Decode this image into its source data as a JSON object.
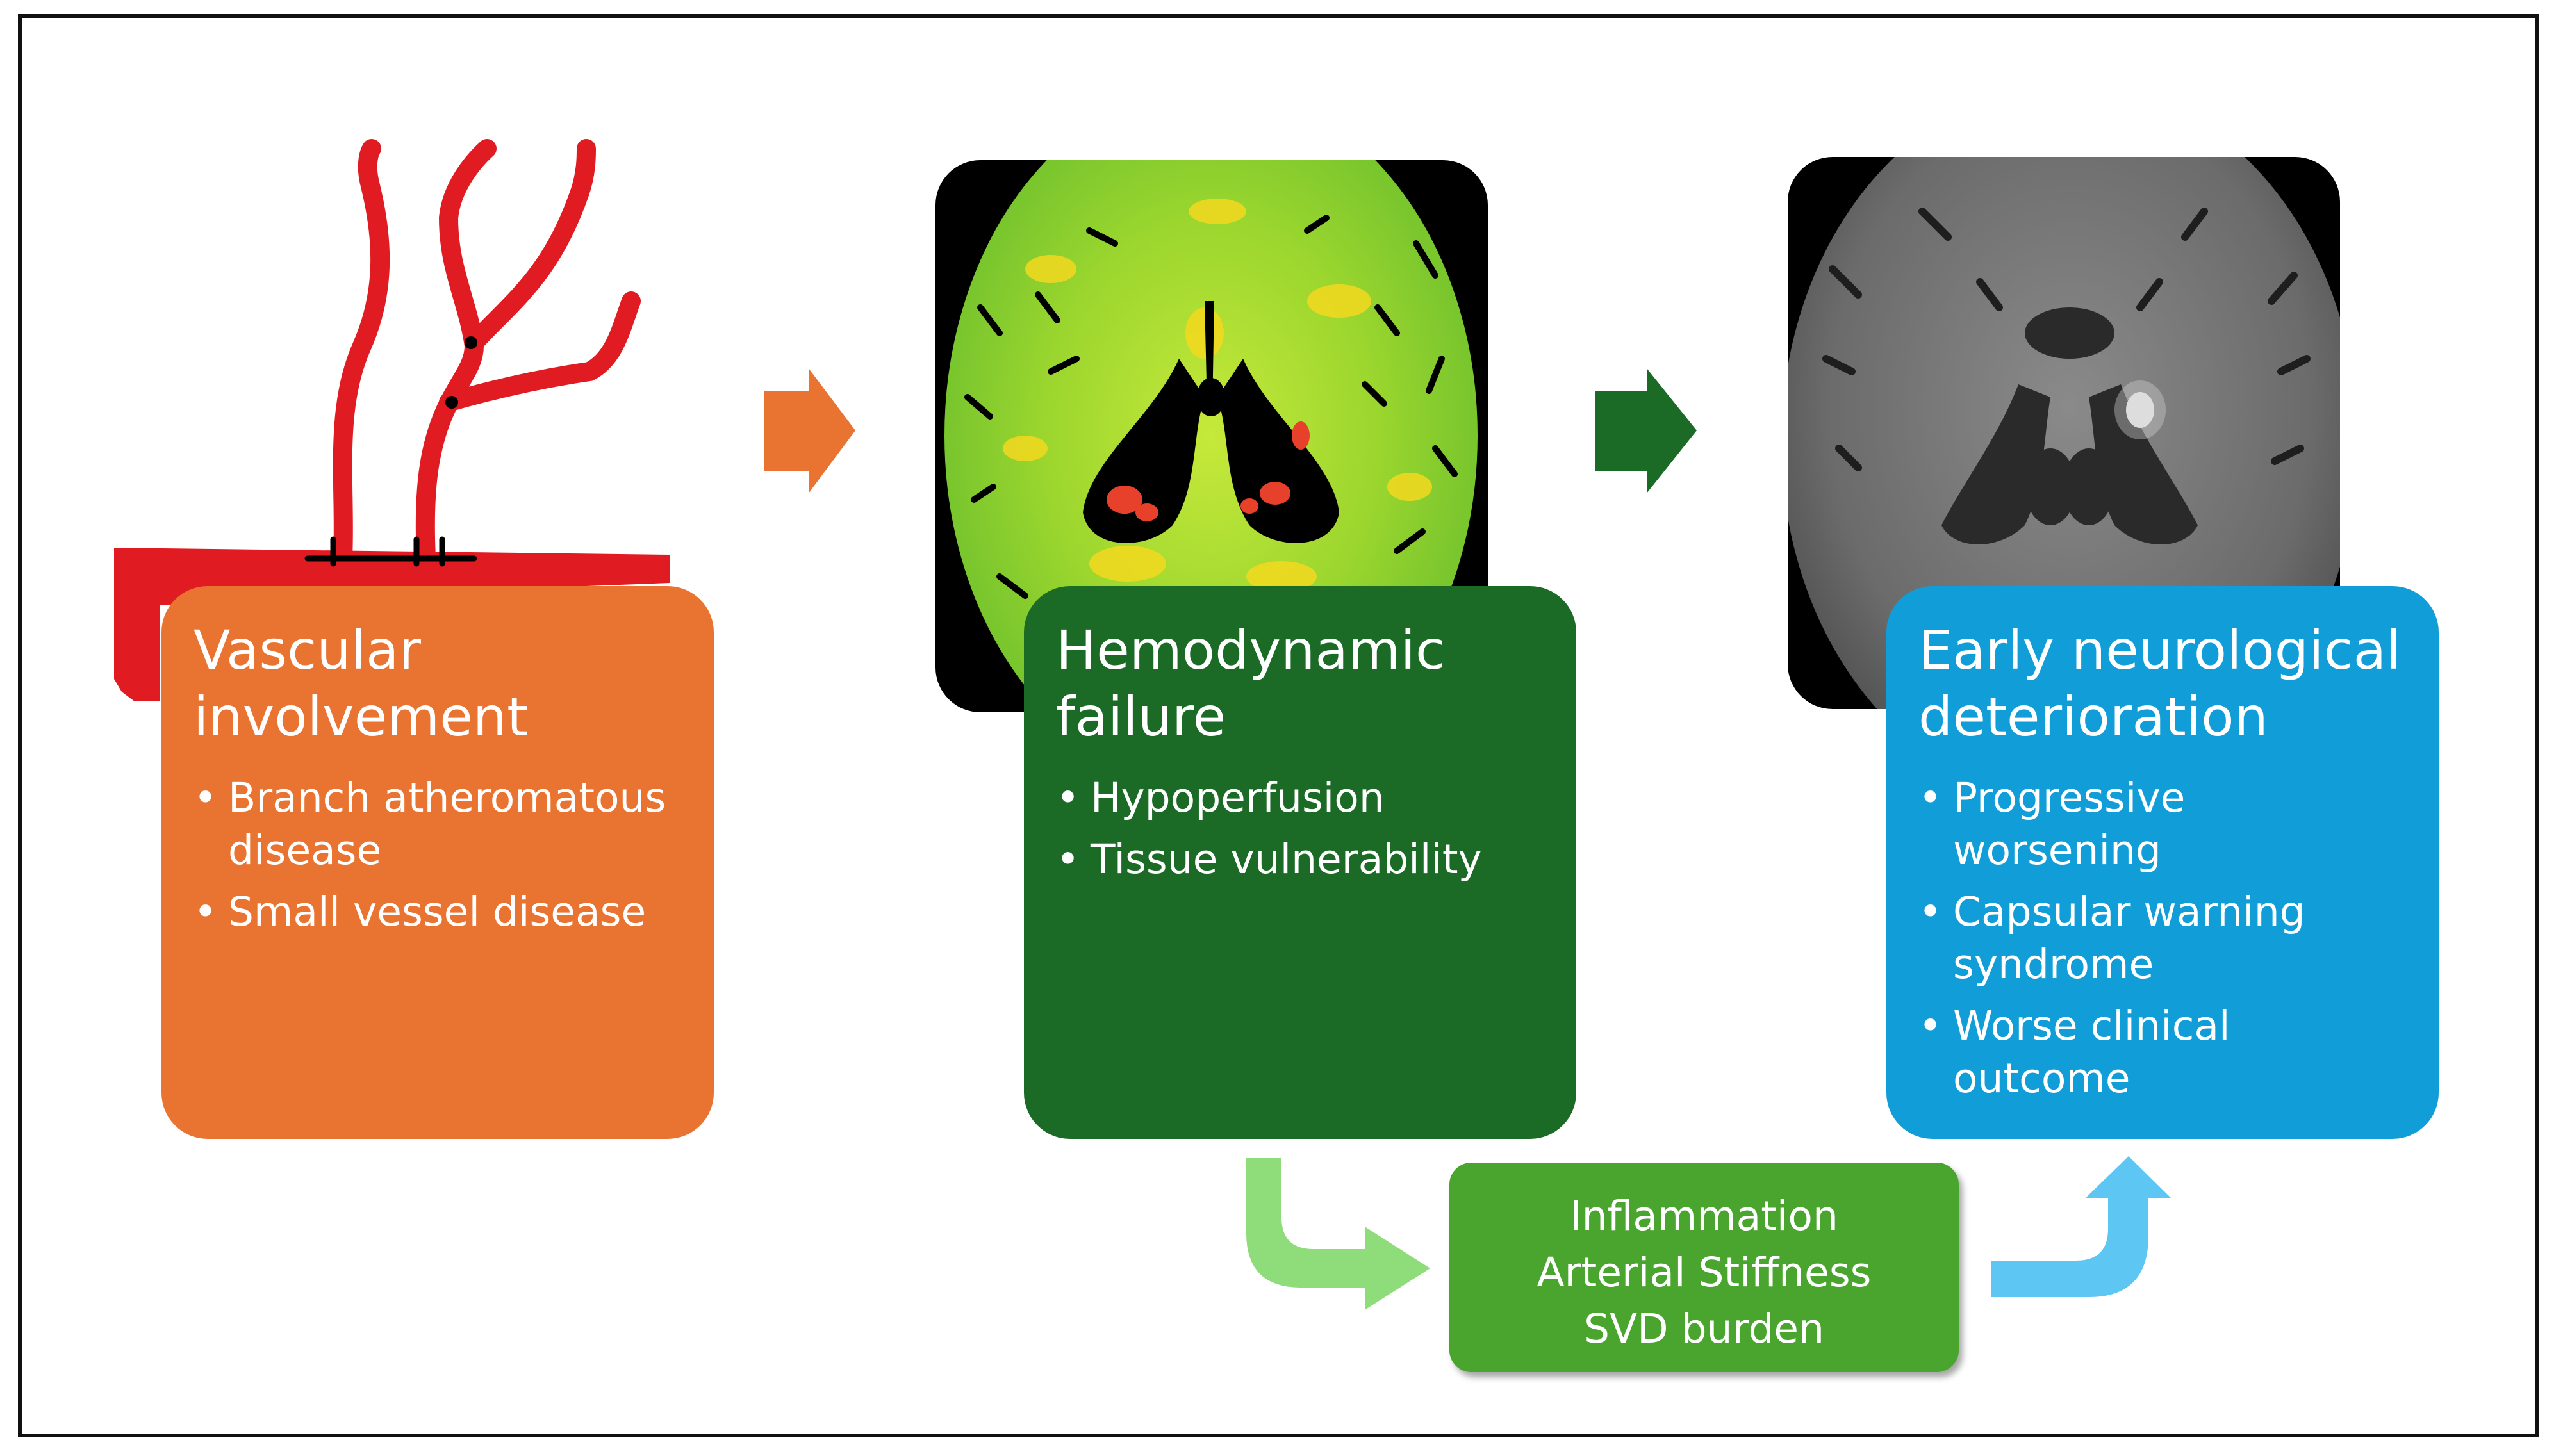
{
  "panels": [
    {
      "title_line1": "Vascular",
      "title_line2": "involvement",
      "bullets": [
        [
          "Branch atheromatous",
          "disease"
        ],
        [
          "Small vessel disease"
        ]
      ]
    },
    {
      "title_line1": "Hemodynamic",
      "title_line2": "failure",
      "bullets": [
        [
          "Hypoperfusion"
        ],
        [
          "Tissue vulnerability"
        ]
      ]
    },
    {
      "title_line1": "Early neurological",
      "title_line2": "deterioration",
      "bullets": [
        [
          "Progressive",
          "worsening"
        ],
        [
          "Capsular warning",
          "syndrome"
        ],
        [
          "Worse clinical",
          "outcome"
        ]
      ]
    }
  ],
  "factors": {
    "line1": "Inflammation",
    "line2": "Arterial Stiffness",
    "line3": "SVD burden"
  },
  "colors": {
    "orange": "#e97432",
    "dark_green": "#1b6b27",
    "blue": "#119ed8",
    "mid_green": "#4aa52e",
    "light_green_arrow": "#8fdc7a",
    "light_blue_arrow": "#5ec6f2",
    "vessel_red": "#e11b22"
  },
  "images": {
    "vessel_icon": "vessel-branch-illustration",
    "perfusion_scan": "brain-perfusion-map",
    "mri_scan": "brain-dwi-mri"
  }
}
